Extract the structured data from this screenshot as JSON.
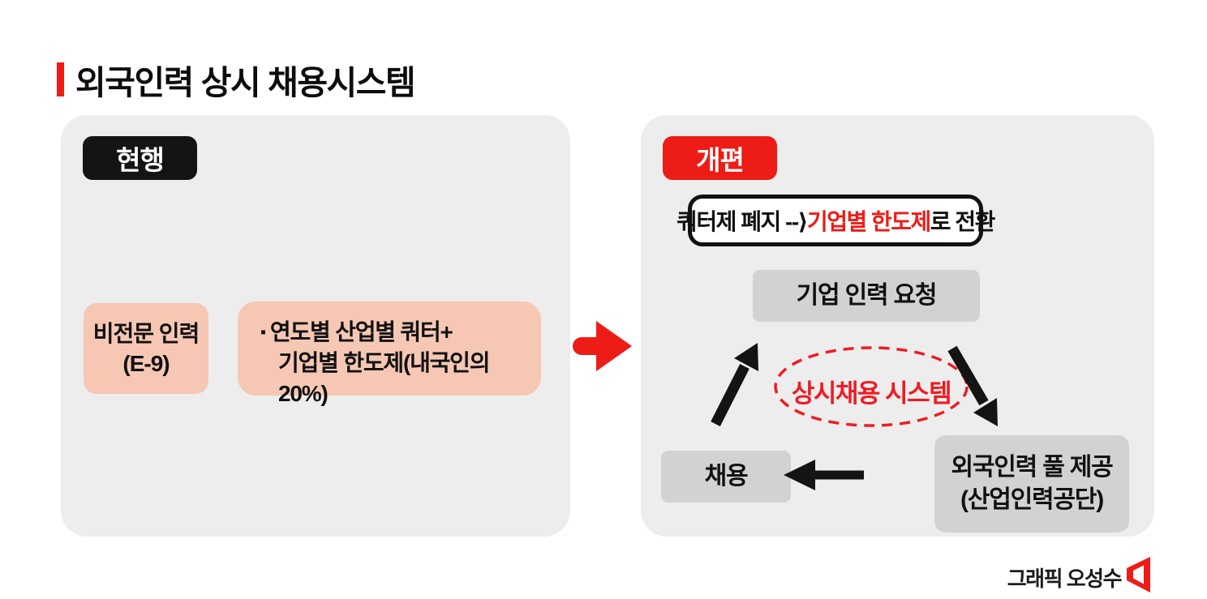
{
  "title": "외국인력 상시 채용시스템",
  "colors": {
    "accent_red": "#ed1c16",
    "red_text": "#ed1c24",
    "panel_bg": "#ededed",
    "node_gray": "#d2d2d2",
    "pink": "#f6c8b4",
    "badge_black": "#141414"
  },
  "current_panel": {
    "badge": "현행",
    "visa_box": {
      "line1": "비전문 인력",
      "line2": "(E-9)"
    },
    "quota_box": {
      "bullet": "▪",
      "line1": "연도별 산업별 쿼터+",
      "line2": "기업별 한도제(내국인의 20%)"
    }
  },
  "reform_panel": {
    "badge": "개편",
    "transition_box": {
      "pre": "쿼터제 폐지 --⟩ ",
      "highlight": "기업별 한도제",
      "post": "로 전환"
    },
    "cycle": {
      "top_node": "기업 인력 요청",
      "center_label": "상시채용 시스템",
      "left_node": "채용",
      "right_node_line1": "외국인력 풀 제공",
      "right_node_line2": "(산업인력공단)"
    }
  },
  "footer": {
    "credit": "그래픽 오성수"
  },
  "icons": {
    "transition_arrow": "bold-right-arrow",
    "cycle_up_arrow": "arrow-up-right",
    "cycle_down_arrow": "arrow-down-right",
    "cycle_left_arrow": "arrow-left",
    "cycle_loop": "dashed-ellipse",
    "credit_logo": "red-flag-mark"
  }
}
